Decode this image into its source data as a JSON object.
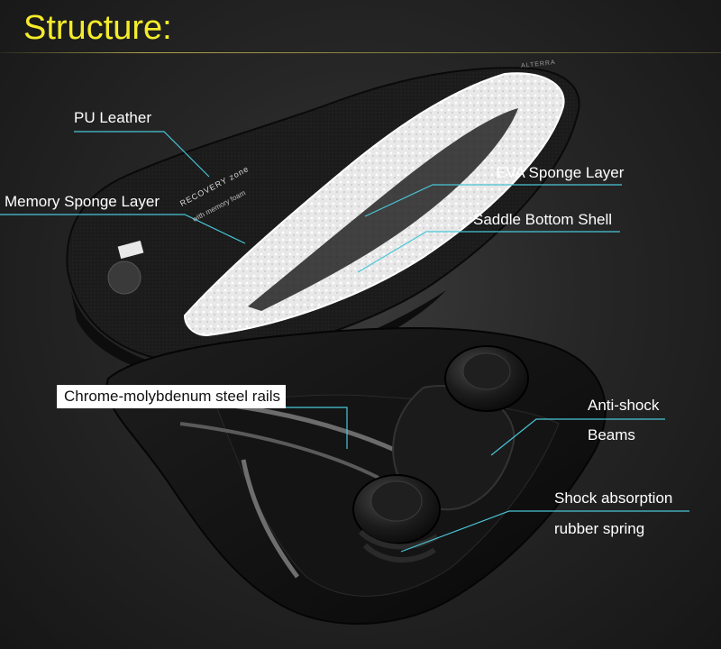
{
  "title": "Structure:",
  "labels": {
    "pu_leather": "PU Leather",
    "memory_sponge": "Memory Sponge Layer",
    "eva_sponge": "EVA Sponge Layer",
    "bottom_shell": "Saddle  Bottom Shell",
    "steel_rails": "Chrome-molybdenum steel rails",
    "anti_shock_1": "Anti-shock",
    "anti_shock_2": "Beams",
    "shock_absorption_1": "Shock absorption",
    "shock_absorption_2": "rubber spring"
  },
  "saddle_text": {
    "recovery": "RECOVERY zone",
    "memory": "with memory foam",
    "brand": "ALTERRA"
  },
  "colors": {
    "title": "#f5ec2a",
    "leader_line": "#49c6d8",
    "background": "#262626"
  }
}
